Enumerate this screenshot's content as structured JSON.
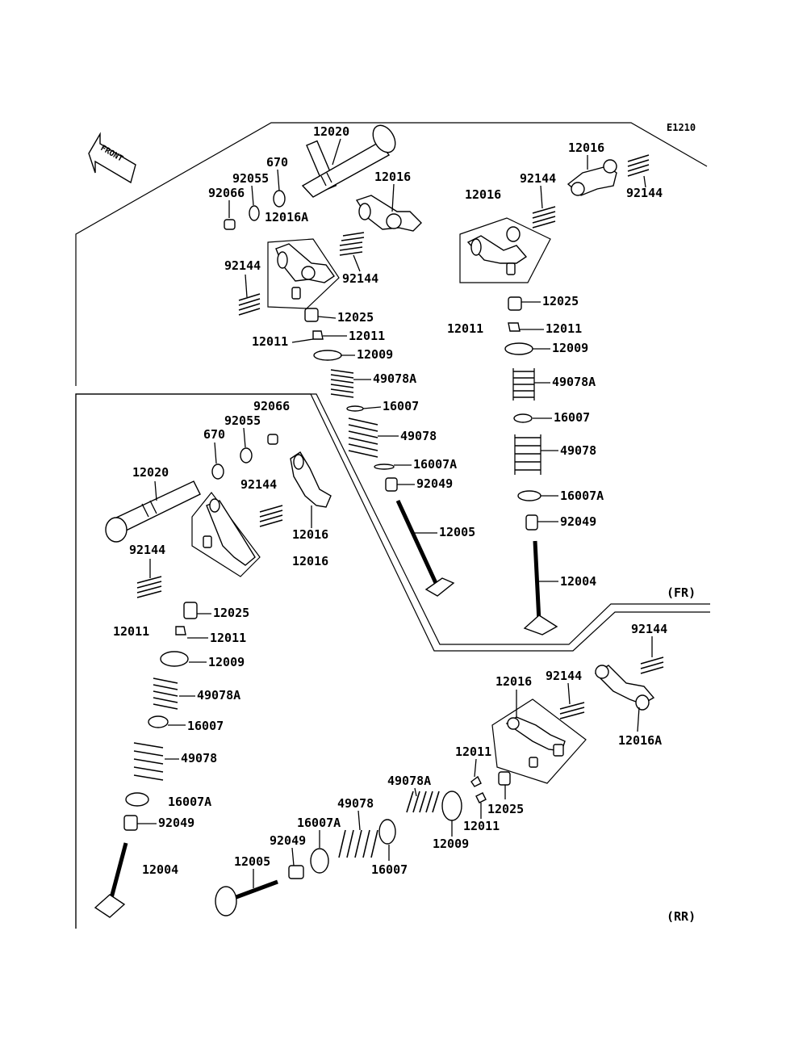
{
  "diagram_id": "E1210",
  "front_label": "FRONT",
  "section_labels": {
    "fr": "(FR)",
    "rr": "(RR)"
  },
  "parts": {
    "12020": "12020",
    "670": "670",
    "92055": "92055",
    "92066": "92066",
    "12016": "12016",
    "12016A": "12016A",
    "92144": "92144",
    "12025": "12025",
    "12011": "12011",
    "12009": "12009",
    "49078A": "49078A",
    "16007": "16007",
    "49078": "49078",
    "16007A": "16007A",
    "92049": "92049",
    "12005": "12005",
    "12004": "12004"
  }
}
